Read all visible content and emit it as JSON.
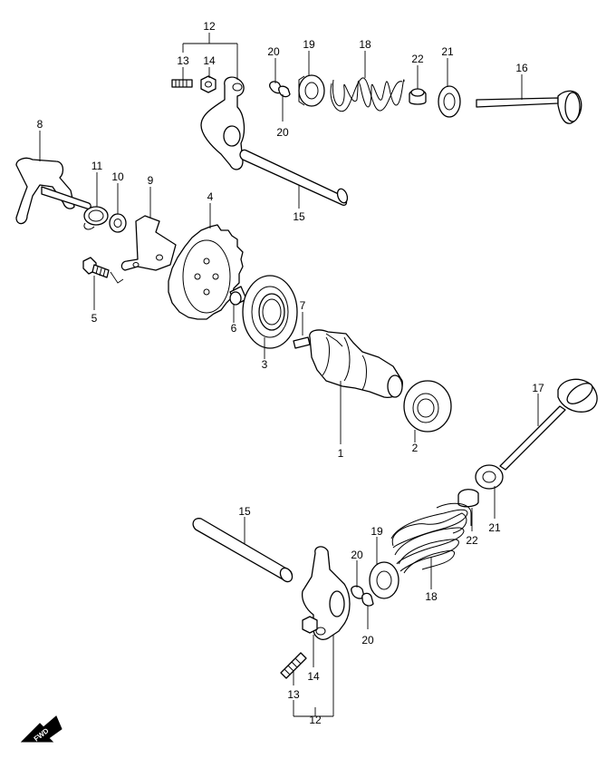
{
  "callouts": [
    {
      "id": "c12t",
      "text": "12"
    },
    {
      "id": "c13t",
      "text": "13"
    },
    {
      "id": "c14t",
      "text": "14"
    },
    {
      "id": "c20a",
      "text": "20"
    },
    {
      "id": "c20b",
      "text": "20"
    },
    {
      "id": "c19t",
      "text": "19"
    },
    {
      "id": "c18t",
      "text": "18"
    },
    {
      "id": "c22t",
      "text": "22"
    },
    {
      "id": "c21t",
      "text": "21"
    },
    {
      "id": "c16",
      "text": "16"
    },
    {
      "id": "c8",
      "text": "8"
    },
    {
      "id": "c11",
      "text": "11"
    },
    {
      "id": "c10",
      "text": "10"
    },
    {
      "id": "c9",
      "text": "9"
    },
    {
      "id": "c4",
      "text": "4"
    },
    {
      "id": "c15t",
      "text": "15"
    },
    {
      "id": "c5",
      "text": "5"
    },
    {
      "id": "c6",
      "text": "6"
    },
    {
      "id": "c3",
      "text": "3"
    },
    {
      "id": "c7",
      "text": "7"
    },
    {
      "id": "c1",
      "text": "1"
    },
    {
      "id": "c2",
      "text": "2"
    },
    {
      "id": "c17",
      "text": "17"
    },
    {
      "id": "c15b",
      "text": "15"
    },
    {
      "id": "c22b",
      "text": "22"
    },
    {
      "id": "c21b",
      "text": "21"
    },
    {
      "id": "c19b",
      "text": "19"
    },
    {
      "id": "c20c",
      "text": "20"
    },
    {
      "id": "c18b",
      "text": "18"
    },
    {
      "id": "c20d",
      "text": "20"
    },
    {
      "id": "c14b",
      "text": "14"
    },
    {
      "id": "c13b",
      "text": "13"
    },
    {
      "id": "c12b",
      "text": "12"
    }
  ],
  "fwd_label": "FWD"
}
